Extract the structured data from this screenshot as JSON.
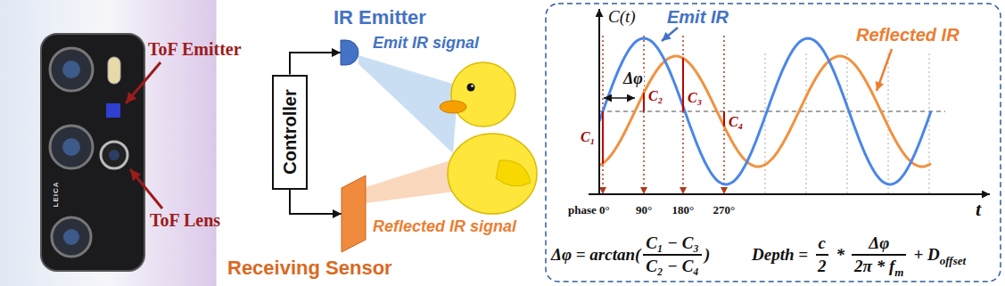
{
  "diagram": {
    "nodes": [
      {
        "text": [
          "Controller"
        ]
      },
      {
        "text": [
          "IR Emitter"
        ]
      },
      {
        "text": [
          "Receiving Sensor"
        ]
      }
    ],
    "edges": [
      {
        "from": 0,
        "to": 1,
        "arrow": "to"
      },
      {
        "from": 0,
        "to": 2,
        "arrow": "to"
      }
    ],
    "labels": [
      "ToF Emitter",
      "ToF Lens",
      "LEICA",
      "Emit IR signal",
      "Reflected IR signal",
      "C(t)",
      "Emit IR",
      "Reflected IR",
      "Δφ",
      "C₁",
      "C₂",
      "C₃",
      "C₄",
      "t",
      "phase 0°",
      "90°",
      "180°",
      "270°",
      "Δφ = arctan(",
      "C₁ − C₃",
      "C₂ − C₄",
      ")",
      "Depth =",
      "c",
      "2",
      "*",
      "Δφ",
      "2π * f",
      "m",
      "+ D",
      "offset"
    ]
  }
}
